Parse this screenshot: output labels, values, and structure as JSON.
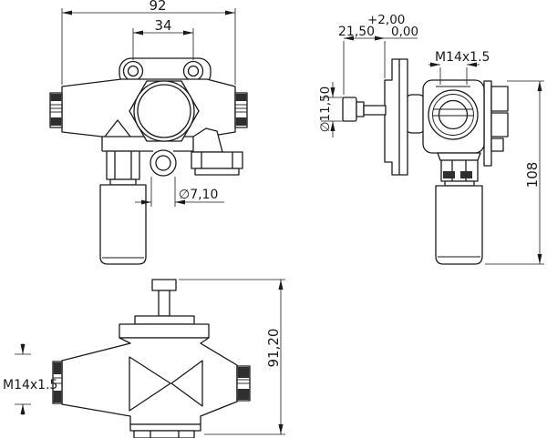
{
  "drawing": {
    "colors": {
      "line": "#1a1a1a",
      "background": "#ffffff",
      "thread_fill": "#2f2f2f"
    },
    "front_view": {
      "dim_overall_width": "92",
      "dim_hole_spacing": "34",
      "dim_pilot_hole": "∅7,10"
    },
    "side_view": {
      "dim_stem_tol_upper": "+2,00",
      "dim_stem_length": "21,50",
      "dim_stem_tol_lower": "0,00",
      "thread_spec": "M14x1.5",
      "dim_knob_diameter": "∅11,50",
      "dim_overall_height": "108"
    },
    "bottom_view": {
      "thread_spec": "M14x1.5",
      "dim_overall_height": "91,20"
    }
  }
}
